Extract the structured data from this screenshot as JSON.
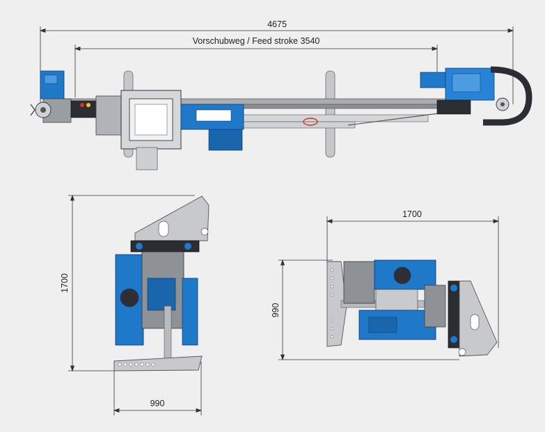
{
  "colors": {
    "background": "#efefef",
    "machine_blue": "#1f78c8",
    "machine_blue_dark": "#0d3f78",
    "frame_grey": "#b9bbbe",
    "frame_grey_dark": "#7f8388",
    "dimension_line": "#333333",
    "accent_red": "#d6332a",
    "accent_yellow": "#f3c21a"
  },
  "dimensions": {
    "overall_length": "4675",
    "feed_stroke": "Vorschubweg / Feed stroke 3540",
    "front_height": "1700",
    "front_width": "990",
    "side_width": "1700",
    "side_height": "990"
  }
}
